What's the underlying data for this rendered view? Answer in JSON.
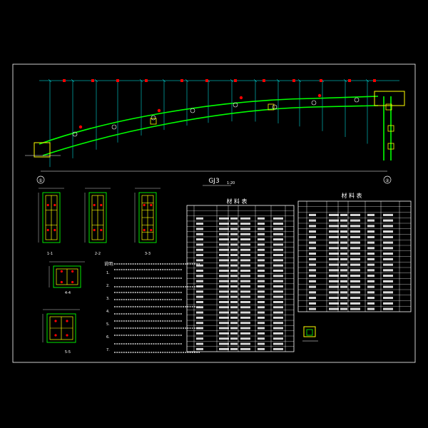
{
  "drawing": {
    "title": "GJ3",
    "title_scale": "1:20",
    "left_table_title": "材 料 表",
    "right_table_title": "材 料 表",
    "note_head": "说明:",
    "notes": [
      "1.",
      "2.",
      "3.",
      "4.",
      "5.",
      "6.",
      "7."
    ],
    "section_labels": [
      "1-1",
      "2-2",
      "3-3",
      "4-4",
      "5-5"
    ],
    "axis_left": "①",
    "axis_right": "②"
  },
  "colors": {
    "background": "#000000",
    "frame": "#ffffff",
    "member": "#00ff00",
    "dimension": "#00ffff",
    "highlight": "#ffff00",
    "marker": "#ff0000",
    "text": "#ffffff"
  }
}
